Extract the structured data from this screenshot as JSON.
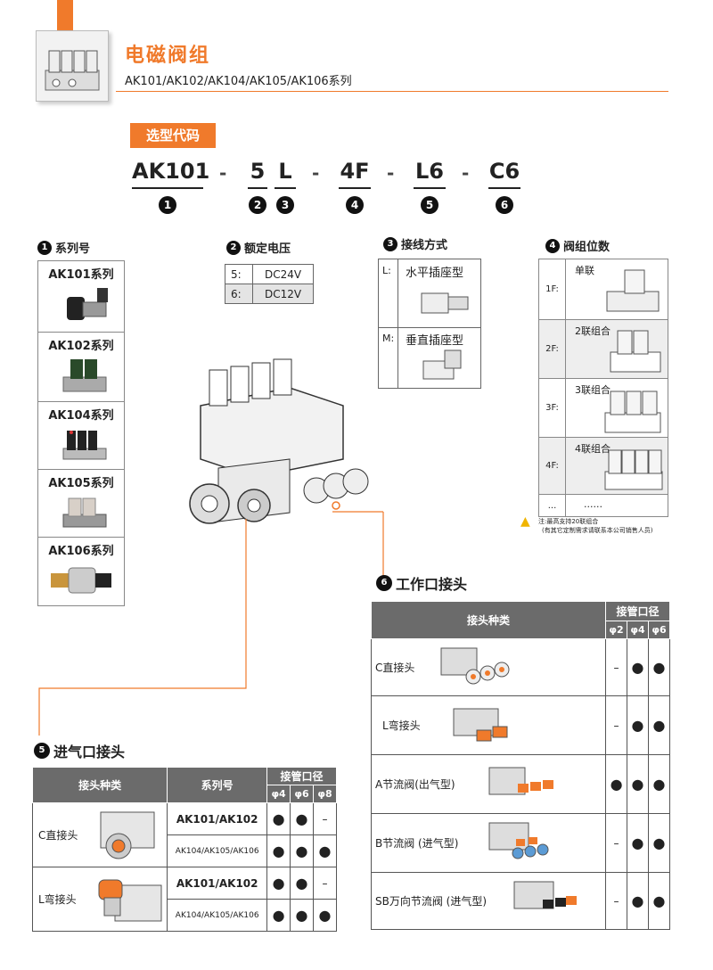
{
  "header": {
    "title": "电磁阀组",
    "subtitle": "AK101/AK102/AK104/AK105/AK106系列"
  },
  "code": {
    "badge": "选型代码",
    "segments": [
      "AK101",
      "5",
      "L",
      "4F",
      "L6",
      "C6"
    ],
    "dash": "-",
    "numbers": [
      "1",
      "2",
      "3",
      "4",
      "5",
      "6"
    ]
  },
  "series": {
    "num": "1",
    "title": "系列号",
    "items": [
      "AK101系列",
      "AK102系列",
      "AK104系列",
      "AK105系列",
      "AK106系列"
    ]
  },
  "voltage": {
    "num": "2",
    "title": "额定电压",
    "rows": [
      {
        "code": "5:",
        "value": "DC24V"
      },
      {
        "code": "6:",
        "value": "DC12V"
      }
    ]
  },
  "connection": {
    "num": "3",
    "title": "接线方式",
    "rows": [
      {
        "code": "L:",
        "value": "水平插座型"
      },
      {
        "code": "M:",
        "value": "垂直插座型"
      }
    ]
  },
  "count": {
    "num": "4",
    "title": "阀组位数",
    "rows": [
      {
        "code": "1F:",
        "name": "单联"
      },
      {
        "code": "2F:",
        "name": "2联组合"
      },
      {
        "code": "3F:",
        "name": "3联组合"
      },
      {
        "code": "4F:",
        "name": "4联组合"
      },
      {
        "code": "...",
        "name": "......"
      }
    ],
    "note_line1": "注:最高支持20联组合",
    "note_line2": "(有其它定制需求请联系本公司销售人员)"
  },
  "work_port": {
    "num": "6",
    "title": "工作口接头",
    "col_type": "接头种类",
    "col_bore": "接管口径",
    "sizes": [
      "φ2",
      "φ4",
      "φ6"
    ],
    "rows": [
      {
        "name": "C直接头",
        "v": [
          "–",
          "●",
          "●"
        ]
      },
      {
        "name": "L弯接头",
        "v": [
          "–",
          "●",
          "●"
        ]
      },
      {
        "name": "A节流阀(出气型)",
        "v": [
          "●",
          "●",
          "●"
        ]
      },
      {
        "name": "B节流阀 (进气型)",
        "v": [
          "–",
          "●",
          "●"
        ]
      },
      {
        "name": "SB万向节流阀 (进气型)",
        "v": [
          "–",
          "●",
          "●"
        ]
      }
    ]
  },
  "inlet_port": {
    "num": "5",
    "title": "进气口接头",
    "col_type": "接头种类",
    "col_series": "系列号",
    "col_bore": "接管口径",
    "sizes": [
      "φ4",
      "φ6",
      "φ8"
    ],
    "rows": [
      {
        "name": "C直接头",
        "series": [
          "AK101/AK102",
          "AK104/AK105/AK106"
        ],
        "v": [
          [
            "●",
            "●",
            "–"
          ],
          [
            "●",
            "●",
            "●"
          ]
        ]
      },
      {
        "name": "L弯接头",
        "series": [
          "AK101/AK102",
          "AK104/AK105/AK106"
        ],
        "v": [
          [
            "●",
            "●",
            "–"
          ],
          [
            "●",
            "●",
            "●"
          ]
        ]
      }
    ]
  },
  "colors": {
    "accent": "#f07a2b",
    "table_head": "#6b6b6b"
  }
}
